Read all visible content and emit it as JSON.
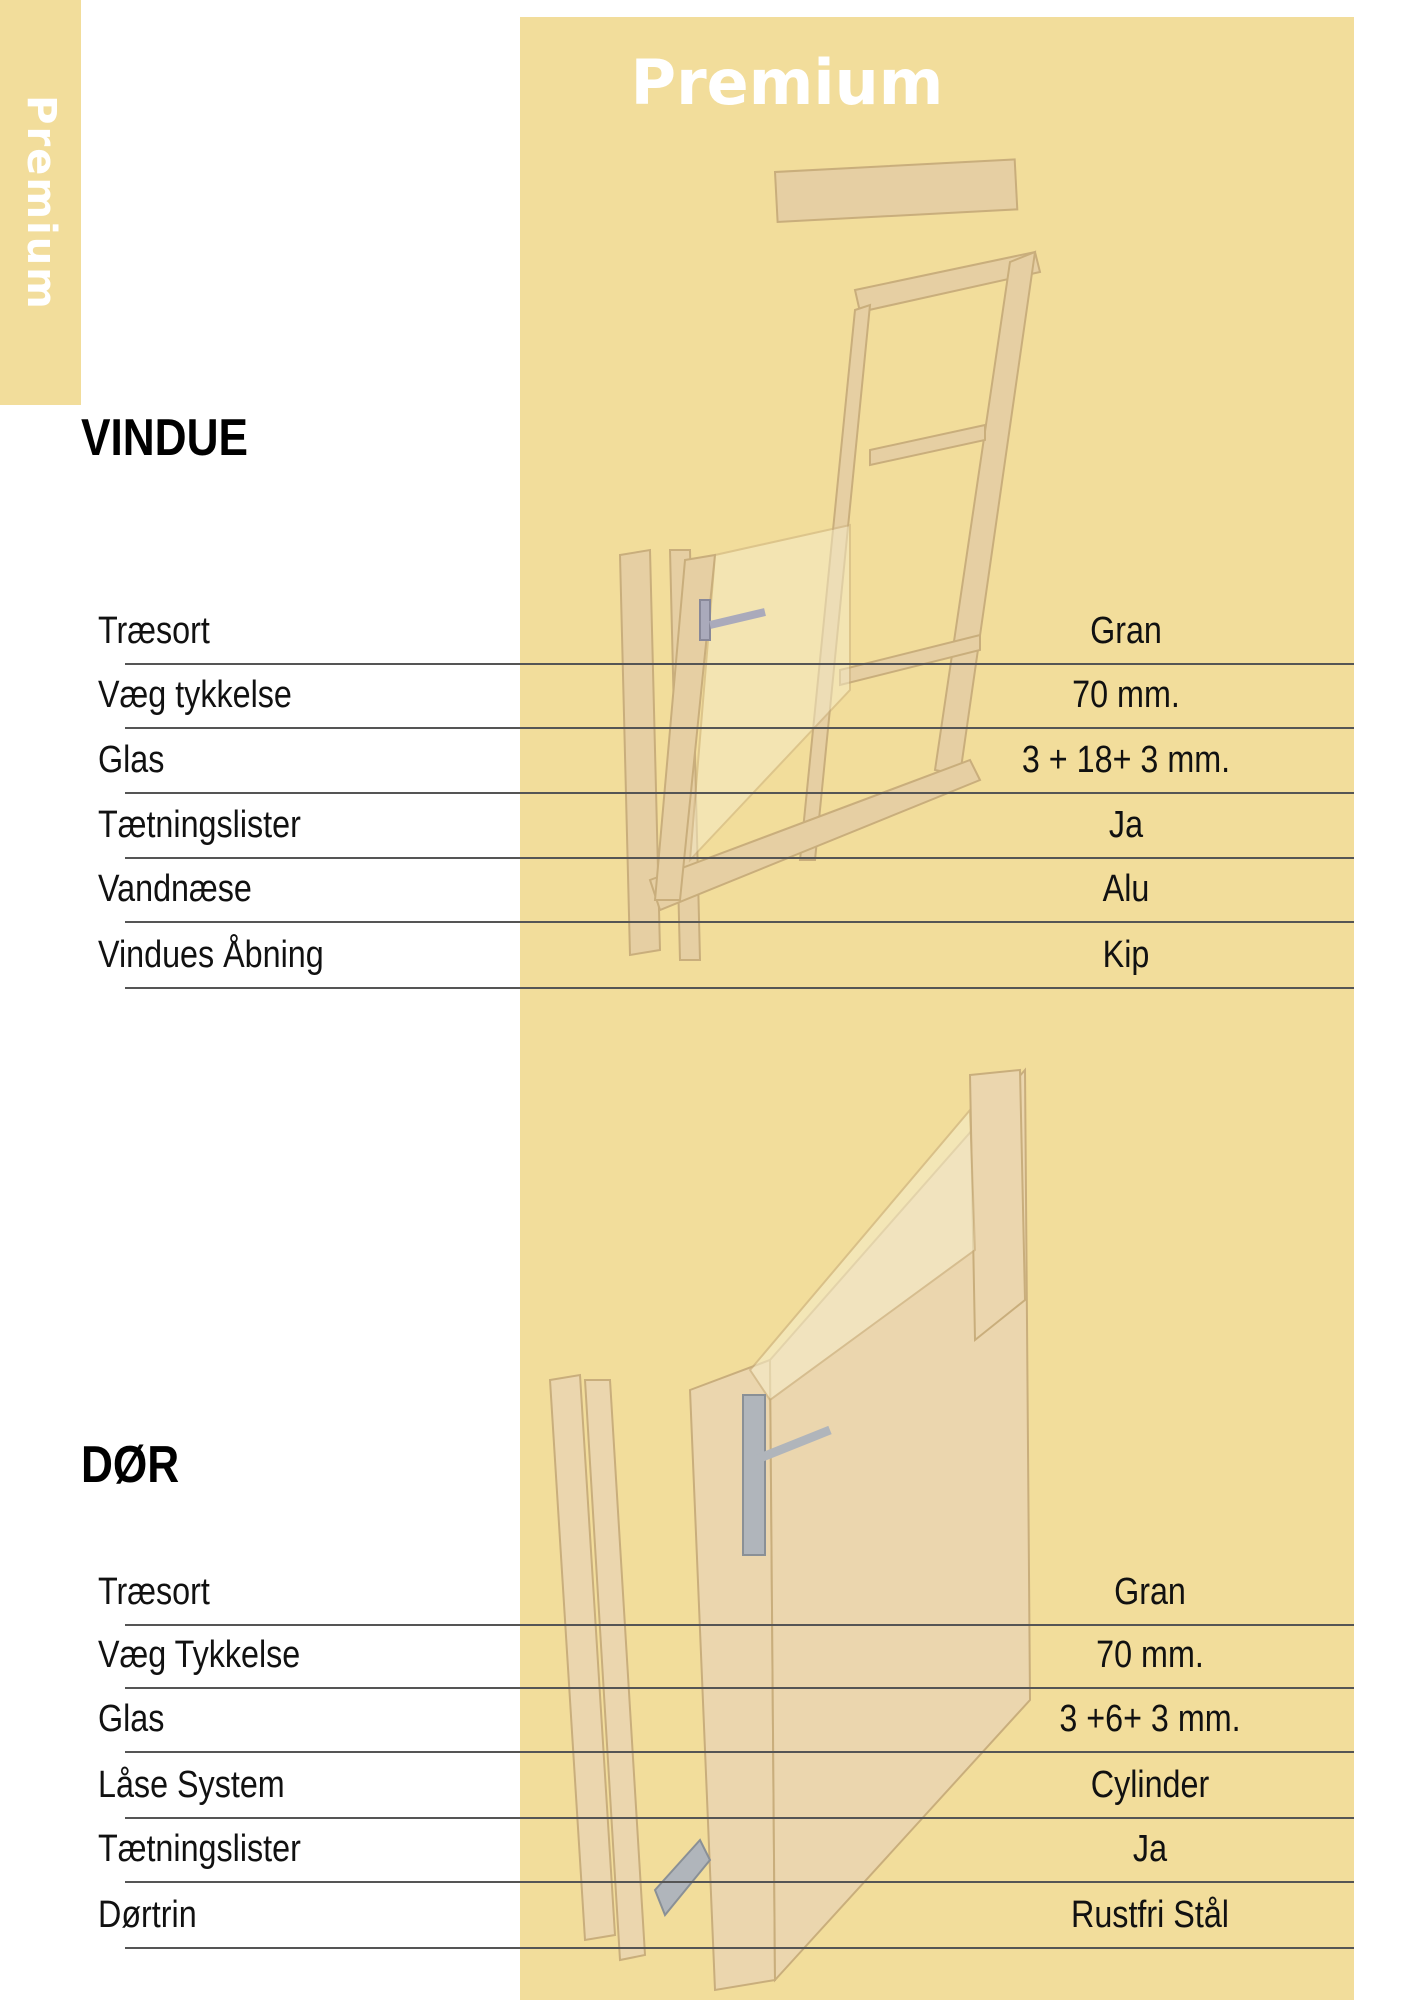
{
  "tab_label": "Premium",
  "title": "Premium",
  "colors": {
    "panel": "#f2dd9b",
    "wood": "#e6cfa3",
    "text": "#111111"
  },
  "window": {
    "heading": "VINDUE",
    "specs": [
      {
        "label": "Træsort",
        "value": "Gran"
      },
      {
        "label": "Væg tykkelse",
        "value": "70 mm."
      },
      {
        "label": "Glas",
        "value": "3 + 18+ 3 mm."
      },
      {
        "label": "Tætningslister",
        "value": "Ja"
      },
      {
        "label": "Vandnæse",
        "value": "Alu"
      },
      {
        "label": "Vindues Åbning",
        "value": "Kip"
      }
    ]
  },
  "door": {
    "heading": "DØR",
    "specs": [
      {
        "label": "Træsort",
        "value": "Gran"
      },
      {
        "label": "Væg Tykkelse",
        "value": "70 mm."
      },
      {
        "label": "Glas",
        "value": "3 +6+ 3 mm."
      },
      {
        "label": "Låse System",
        "value": "Cylinder"
      },
      {
        "label": "Tætningslister",
        "value": "Ja"
      },
      {
        "label": "Dørtrin",
        "value": "Rustfri Stål"
      }
    ]
  }
}
